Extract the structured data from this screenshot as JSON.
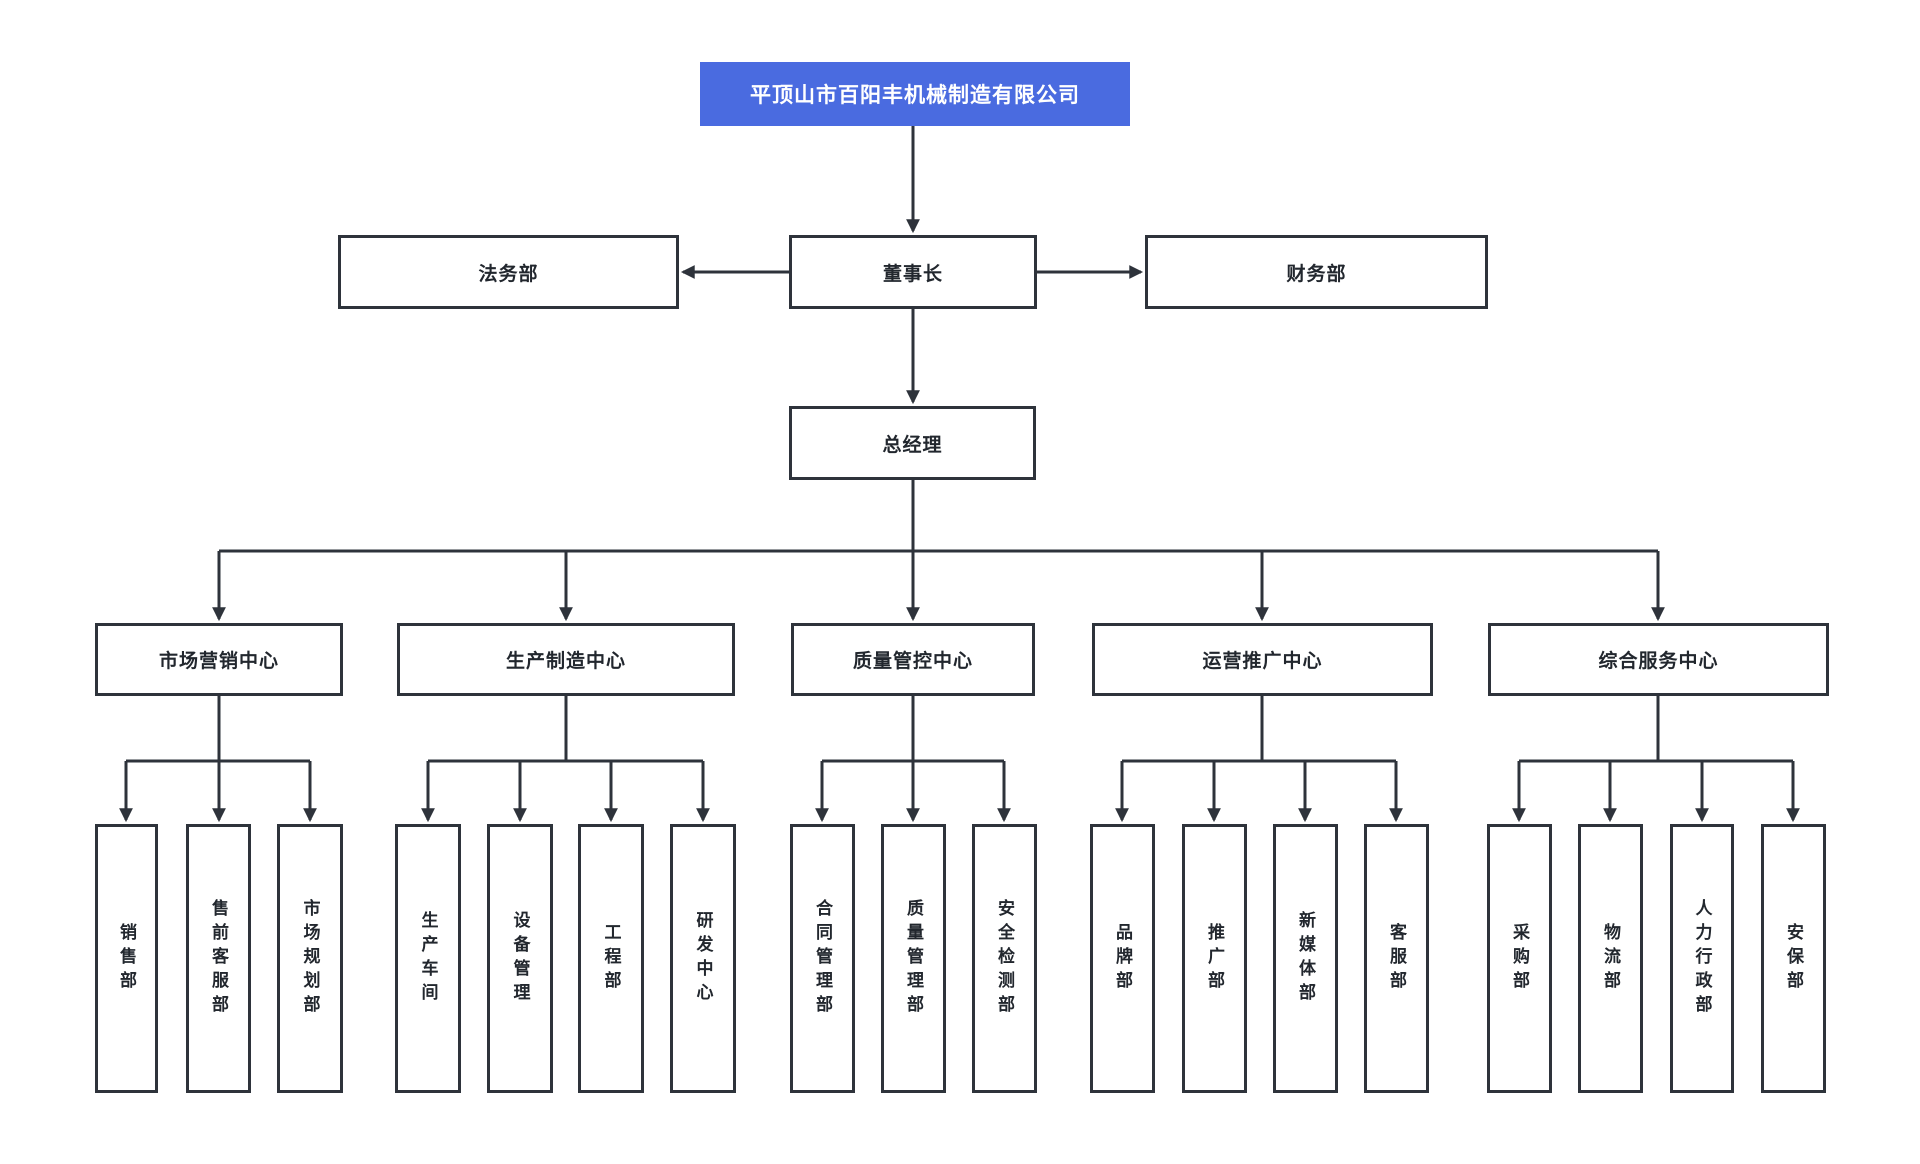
{
  "org": {
    "company": "平顶山市百阳丰机械制造有限公司",
    "legal": "法务部",
    "chairman": "董事长",
    "finance": "财务部",
    "general_manager": "总经理",
    "centers": [
      {
        "label": "市场营销中心",
        "departments": [
          "销售部",
          "售前客服部",
          "市场规划部"
        ]
      },
      {
        "label": "生产制造中心",
        "departments": [
          "生产车间",
          "设备管理",
          "工程部",
          "研发中心"
        ]
      },
      {
        "label": "质量管控中心",
        "departments": [
          "合同管理部",
          "质量管理部",
          "安全检测部"
        ]
      },
      {
        "label": "运营推广中心",
        "departments": [
          "品牌部",
          "推广部",
          "新媒体部",
          "客服部"
        ]
      },
      {
        "label": "综合服务中心",
        "departments": [
          "采购部",
          "物流部",
          "人力行政部",
          "安保部"
        ]
      }
    ],
    "colors": {
      "root_fill": "#4a6be0",
      "root_text": "#ffffff",
      "line": "#2e333b",
      "node_border": "#2e333b",
      "node_text": "#22272e",
      "background": "#ffffff"
    }
  }
}
